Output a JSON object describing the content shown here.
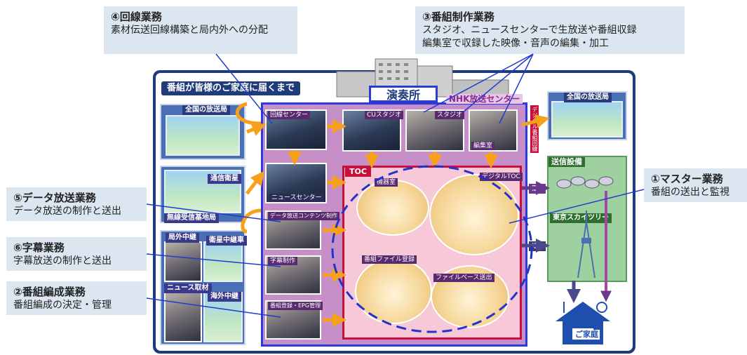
{
  "callouts": {
    "c4": {
      "title": "④回線業務",
      "desc": "素材伝送回線構築と局内外への分配"
    },
    "c3": {
      "title": "③番組制作業務",
      "desc1": "スタジオ、ニュースセンターで生放送や番組収録",
      "desc2": "編集室で収録した映像・音声の編集・加工"
    },
    "c1": {
      "title": "①マスター業務",
      "desc": "番組の送出と監視"
    },
    "c5": {
      "title": "⑤データ放送業務",
      "desc": "データ放送の制作と送出"
    },
    "c6": {
      "title": "⑥字幕業務",
      "desc": "字幕放送の制作と送出"
    },
    "c2": {
      "title": "②番組編成業務",
      "desc": "番組編成の決定・管理"
    }
  },
  "diagram": {
    "frame_title": "番組が皆様のご家庭に届くまで",
    "enso": "演奏所",
    "center": "NHK放送センター",
    "toc": "TOC",
    "left": {
      "nationwide": "全国の放送局",
      "satellite": "通信衛星",
      "unmanned": "無線受信基地局",
      "remote": "局外中継",
      "sat_truck": "衛星中継車",
      "news_field": "ニュース取材",
      "overseas": "海外中継"
    },
    "rooms": {
      "line_center": "回線センター",
      "news_center": "ニュースセンター",
      "data_cast": "データ放送コンテンツ制作",
      "caption": "字幕制作",
      "epg": "番組登録・EPG管理",
      "cu_studio": "CUスタジオ",
      "studio": "スタジオ",
      "edit": "編集室",
      "machine": "機器室",
      "digital_toc": "デジタルTOC",
      "file_reg": "番組ファイル登録",
      "file_base": "ファイルベース送出"
    },
    "right": {
      "nationwide": "全国の放送局",
      "digital_line": "デジタル番組回線",
      "tx": "送信設備",
      "skytree": "東京スカイツリー",
      "home": "ご家庭",
      "sat": "衛星",
      "ground": "地上"
    }
  },
  "colors": {
    "navy": "#1f3b7a",
    "callout_bg": "#dce6f1",
    "purple": "#c78fc8",
    "toc_red": "#c8103c",
    "toc_pink": "#f6c8d8",
    "arrow_orange": "#f7a11a",
    "dashed_ring": "#2233cc",
    "green": "#7fbf7f"
  }
}
